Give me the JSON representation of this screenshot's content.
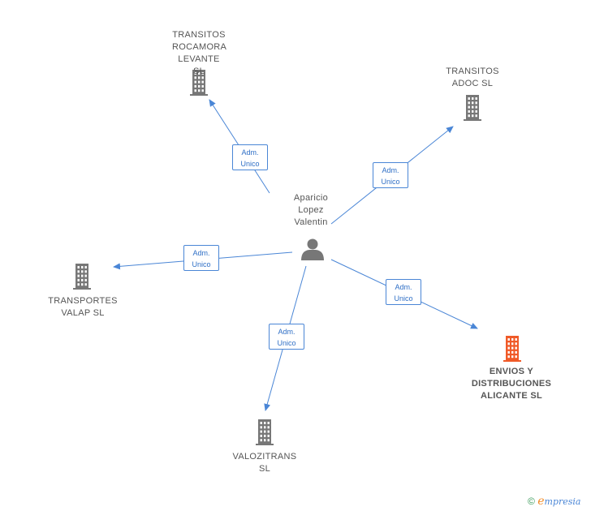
{
  "center": {
    "name": "Aparicio\nLopez\nValentin"
  },
  "nodes": [
    {
      "id": "n1",
      "name": "TRANSITOS\nROCAMORA\nLEVANTE SL",
      "highlight": false
    },
    {
      "id": "n2",
      "name": "TRANSITOS\nADOC  SL",
      "highlight": false
    },
    {
      "id": "n3",
      "name": "TRANSPORTES\nVALAP SL",
      "highlight": false
    },
    {
      "id": "n4",
      "name": "ENVIOS Y\nDISTRIBUCIONES\nALICANTE SL",
      "highlight": true
    },
    {
      "id": "n5",
      "name": "VALOZITRANS\nSL",
      "highlight": false
    }
  ],
  "edges": [
    {
      "label": "Adm.\nUnico"
    },
    {
      "label": "Adm.\nUnico"
    },
    {
      "label": "Adm.\nUnico"
    },
    {
      "label": "Adm.\nUnico"
    },
    {
      "label": "Adm.\nUnico"
    }
  ],
  "colors": {
    "edge": "#4a86d6",
    "building": "#777777",
    "building_highlight": "#f05a28",
    "person": "#777777"
  },
  "icons": {
    "building": "building-icon",
    "person": "person-icon"
  },
  "footer": {
    "copyright": "©",
    "brand_e": "e",
    "brand_rest": "mpresia"
  }
}
